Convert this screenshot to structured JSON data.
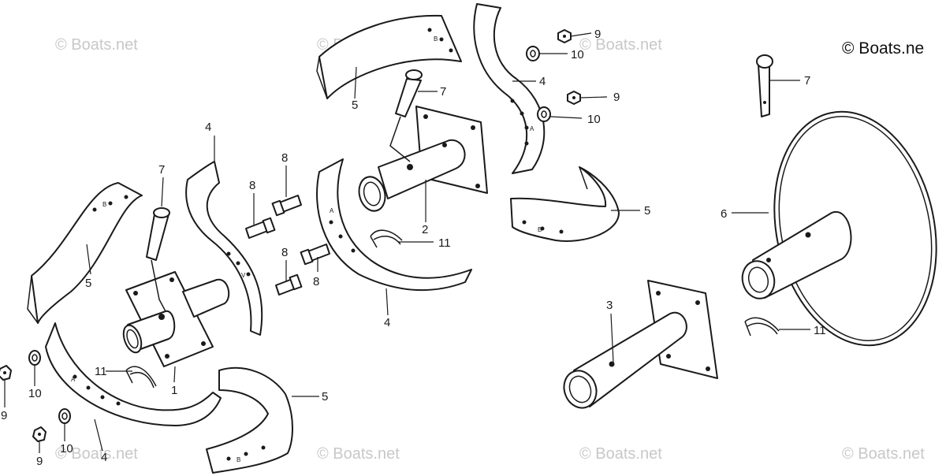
{
  "copyright": "© Boats.ne",
  "watermarks": [
    "© Boats.net",
    "© Boats.net",
    "© Boats.net",
    "© Boats.net",
    "© Boats.net",
    "© Boats.net",
    "© Boats.net"
  ],
  "callouts": {
    "c1": "1",
    "c2": "2",
    "c3": "3",
    "c4a": "4",
    "c4b": "4",
    "c4c": "4",
    "c4d": "4",
    "c5a": "5",
    "c5b": "5",
    "c5c": "5",
    "c5d": "5",
    "c6": "6",
    "c7a": "7",
    "c7b": "7",
    "c7c": "7",
    "c8a": "8",
    "c8b": "8",
    "c8c": "8",
    "c8d": "8",
    "c9a": "9",
    "c9b": "9",
    "c9c": "9",
    "c9d": "9",
    "c10a": "10",
    "c10b": "10",
    "c10c": "10",
    "c10d": "10",
    "c11a": "11",
    "c11b": "11",
    "c11c": "11"
  },
  "tine_marks": {
    "m1": "B",
    "m2": "V",
    "m3": "A",
    "m4": "B",
    "m5": "A",
    "m6": "B",
    "m7": "A",
    "m8": "B"
  },
  "colors": {
    "ink": "#1a1a1a",
    "watermark": "#c8c8c8",
    "background": "#ffffff"
  }
}
